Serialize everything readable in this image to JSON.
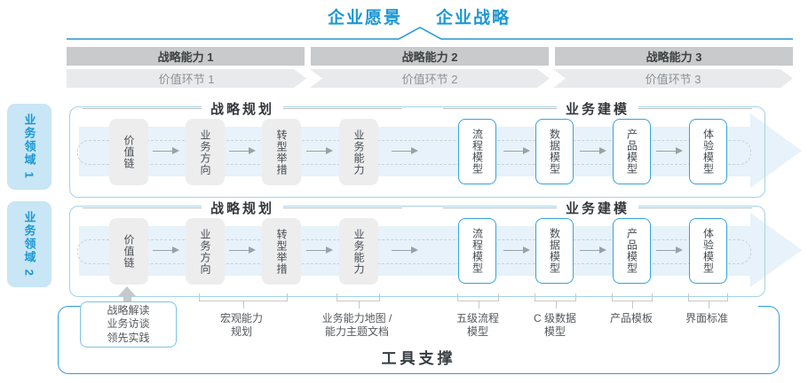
{
  "title": {
    "vision": "企业愿景",
    "strategy": "企业战略"
  },
  "capability_bar": [
    "战略能力 1",
    "战略能力 2",
    "战略能力 3"
  ],
  "value_bar": [
    "价值环节 1",
    "价值环节 2",
    "价值环节 3"
  ],
  "domains": [
    "业务领域 1",
    "业务领域 2"
  ],
  "panels": [
    {
      "planning_header": "战略规划",
      "modeling_header": "业务建模",
      "boxes": [
        "价值链",
        "业务方向",
        "转型举措",
        "业务能力",
        "流程模型",
        "数据模型",
        "产品模型",
        "体验模型"
      ]
    },
    {
      "planning_header": "战略规划",
      "modeling_header": "业务建模",
      "boxes": [
        "价值链",
        "业务方向",
        "转型举措",
        "业务能力",
        "流程模型",
        "数据模型",
        "产品模型",
        "体验模型"
      ]
    }
  ],
  "annotations": {
    "inputs_box": [
      "战略解读",
      "业务访谈",
      "领先实践"
    ],
    "items": [
      "宏观能力\n规划",
      "业务能力地图 /\n能力主题文档",
      "五级流程\n模型",
      "C 级数据\n模型",
      "产品模板",
      "界面标准"
    ]
  },
  "tool_support": "工具支撑",
  "colors": {
    "accent_blue": "#1b98d3",
    "panel_border": "#a5d2e8",
    "band_blue": "#e7f2fa",
    "capability_bar_gray": "#c9cacb",
    "value_bar_gray": "#e9eaeb",
    "box_gray": "#ededee",
    "blue_box_border": "#35a3da",
    "text_dark": "#3c4144",
    "text_gray": "#8d9194",
    "domain_bg": "#c8e6f5",
    "tool_border": "#2f9fd6"
  }
}
